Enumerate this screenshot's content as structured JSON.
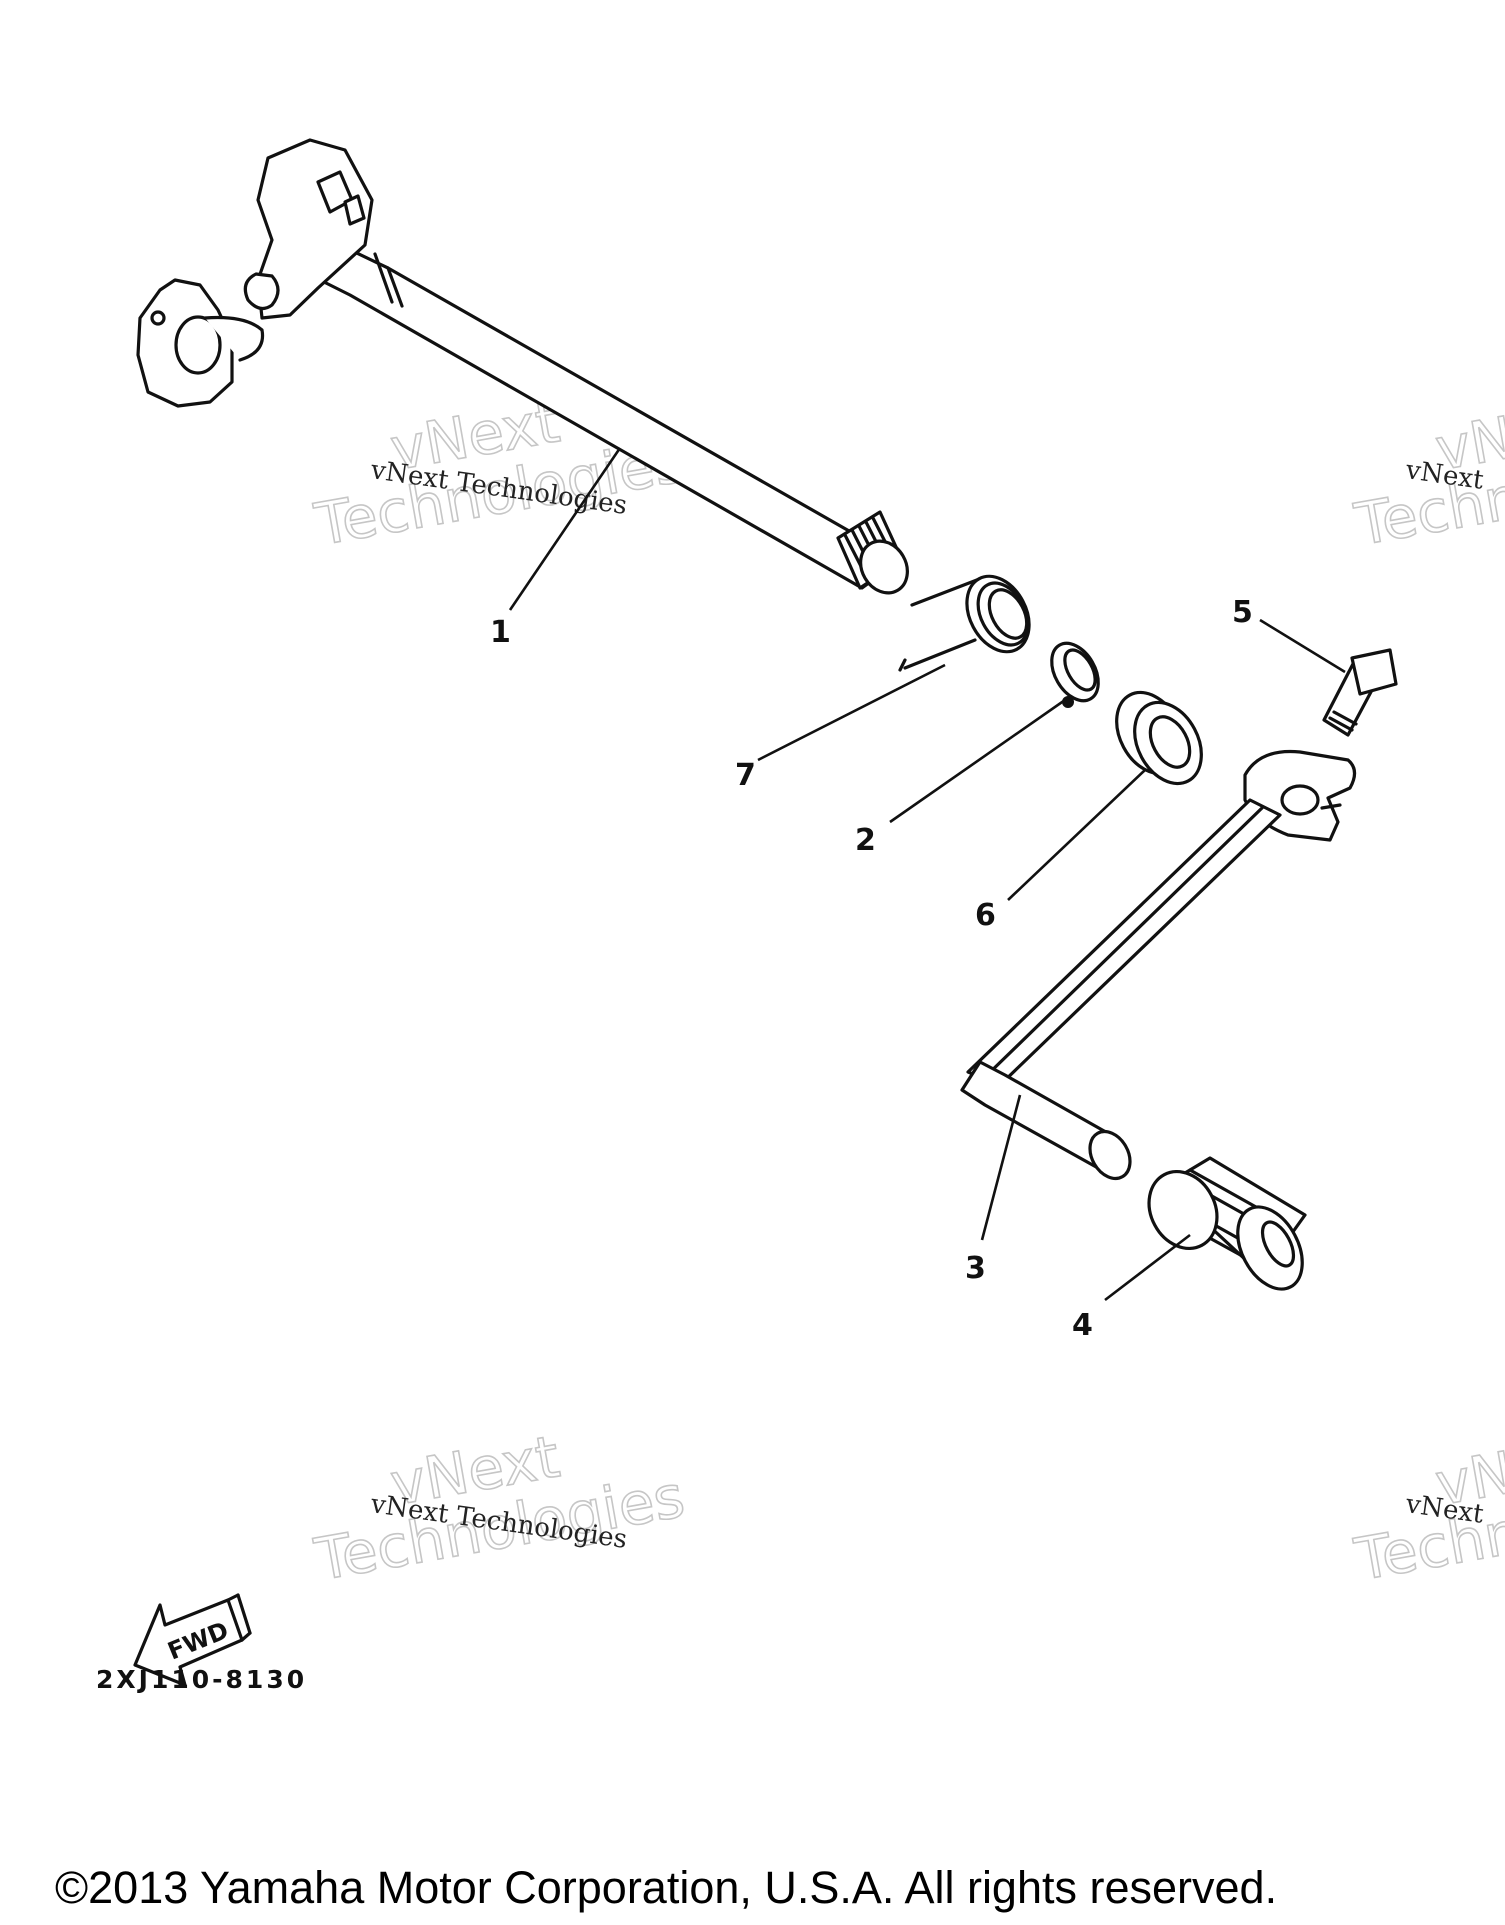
{
  "callouts": {
    "c1": "1",
    "c2": "2",
    "c3": "3",
    "c4": "4",
    "c5": "5",
    "c6": "6",
    "c7": "7"
  },
  "watermark": {
    "line": "vNext Technologies",
    "word1": "vNext",
    "word2": "Technologies",
    "partial_line": "vNext",
    "partial_word": "Techn"
  },
  "fwd_label": "FWD",
  "reference_code": "2XJ110-8130",
  "copyright": "©2013 Yamaha Motor Corporation, U.S.A. All rights reserved."
}
